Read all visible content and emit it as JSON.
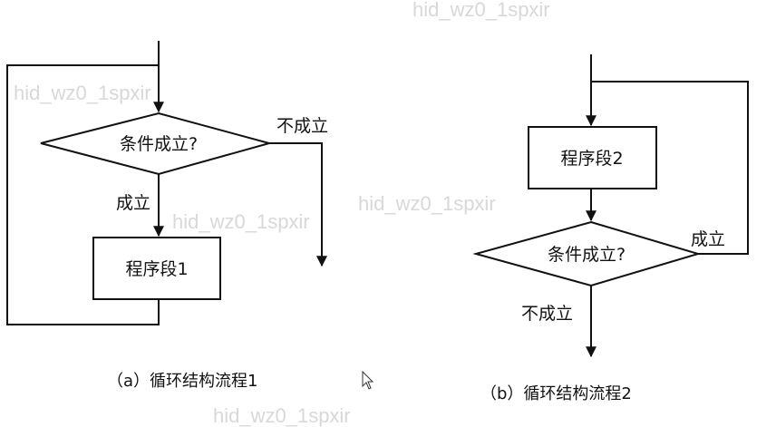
{
  "diagram_a": {
    "condition": "条件成立?",
    "true_label": "成立",
    "false_label": "不成立",
    "process": "程序段1",
    "caption": "（a）循环结构流程1"
  },
  "diagram_b": {
    "condition": "条件成立?",
    "true_label": "成立",
    "false_label": "不成立",
    "process": "程序段2",
    "caption": "（b）循环结构流程2"
  },
  "watermark": "hid_wz0_1spxir",
  "colors": {
    "line": "#111111",
    "watermark": "#d8d8d8"
  }
}
